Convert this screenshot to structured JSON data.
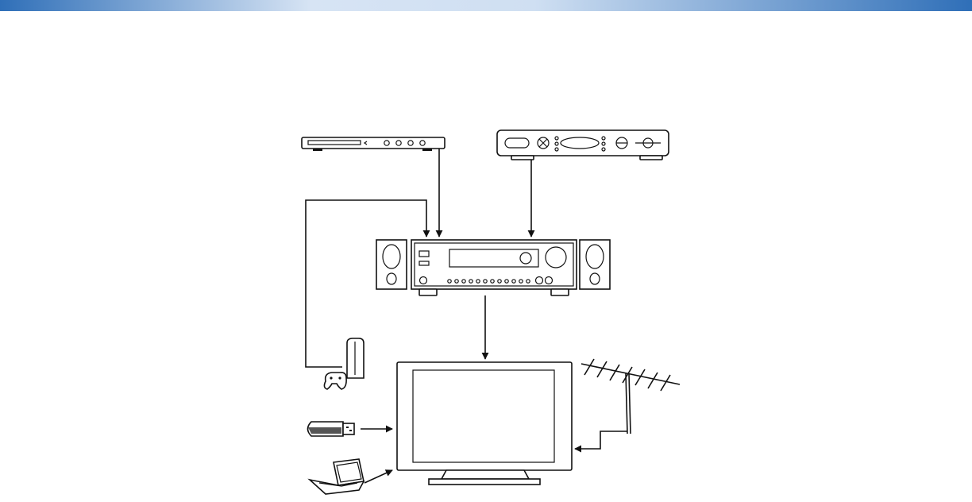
{
  "diagram": {
    "nodes": [
      {
        "id": "dvd-player",
        "icon": "dvd-player-icon"
      },
      {
        "id": "set-top-box",
        "icon": "set-top-box-icon"
      },
      {
        "id": "av-receiver",
        "icon": "av-receiver-icon"
      },
      {
        "id": "speaker-left",
        "icon": "speaker-icon"
      },
      {
        "id": "speaker-right",
        "icon": "speaker-icon"
      },
      {
        "id": "game-console",
        "icon": "game-console-icon"
      },
      {
        "id": "usb-drive",
        "icon": "usb-drive-icon"
      },
      {
        "id": "laptop",
        "icon": "laptop-icon"
      },
      {
        "id": "antenna",
        "icon": "antenna-icon"
      },
      {
        "id": "television",
        "icon": "tv-icon"
      }
    ],
    "connections": [
      {
        "from": "dvd-player",
        "to": "av-receiver"
      },
      {
        "from": "set-top-box",
        "to": "av-receiver"
      },
      {
        "from": "game-console",
        "to": "av-receiver"
      },
      {
        "from": "av-receiver",
        "to": "television"
      },
      {
        "from": "usb-drive",
        "to": "television"
      },
      {
        "from": "laptop",
        "to": "television"
      },
      {
        "from": "antenna",
        "to": "television"
      }
    ],
    "colors": {
      "header_bar": "#2f6fb8",
      "line": "#111111",
      "device_fill": "#ffffff"
    }
  }
}
